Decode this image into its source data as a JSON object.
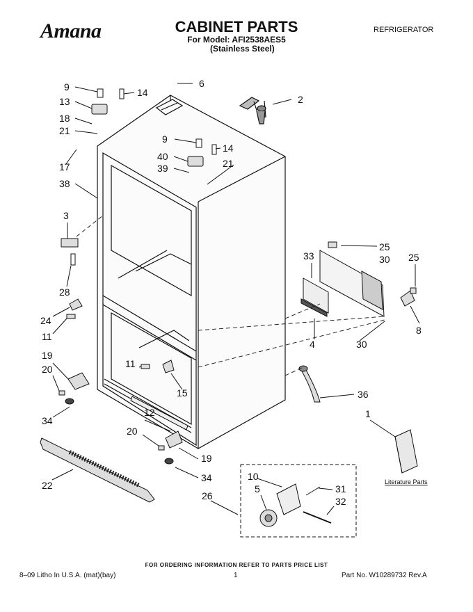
{
  "header": {
    "brand": "Amana",
    "title": "CABINET PARTS",
    "model_line": "For Model: AFI2538AES5",
    "variant": "(Stainless Steel)",
    "category": "REFRIGERATOR"
  },
  "diagram": {
    "callouts": [
      "9",
      "14",
      "6",
      "2",
      "13",
      "18",
      "21",
      "17",
      "38",
      "9",
      "14",
      "40",
      "39",
      "21",
      "3",
      "28",
      "24",
      "11",
      "25",
      "33",
      "30",
      "25",
      "8",
      "4",
      "30",
      "19",
      "20",
      "34",
      "11",
      "15",
      "36",
      "12",
      "20",
      "19",
      "34",
      "1",
      "22",
      "26",
      "10",
      "5",
      "31",
      "32"
    ],
    "literature_label": "Literature Parts"
  },
  "footer": {
    "ordering_note": "FOR ORDERING INFORMATION REFER TO PARTS PRICE LIST",
    "litho": "8–09 Litho In U.S.A. (mat)(bay)",
    "page": "1",
    "part_no": "Part No. W10289732 Rev.A"
  }
}
